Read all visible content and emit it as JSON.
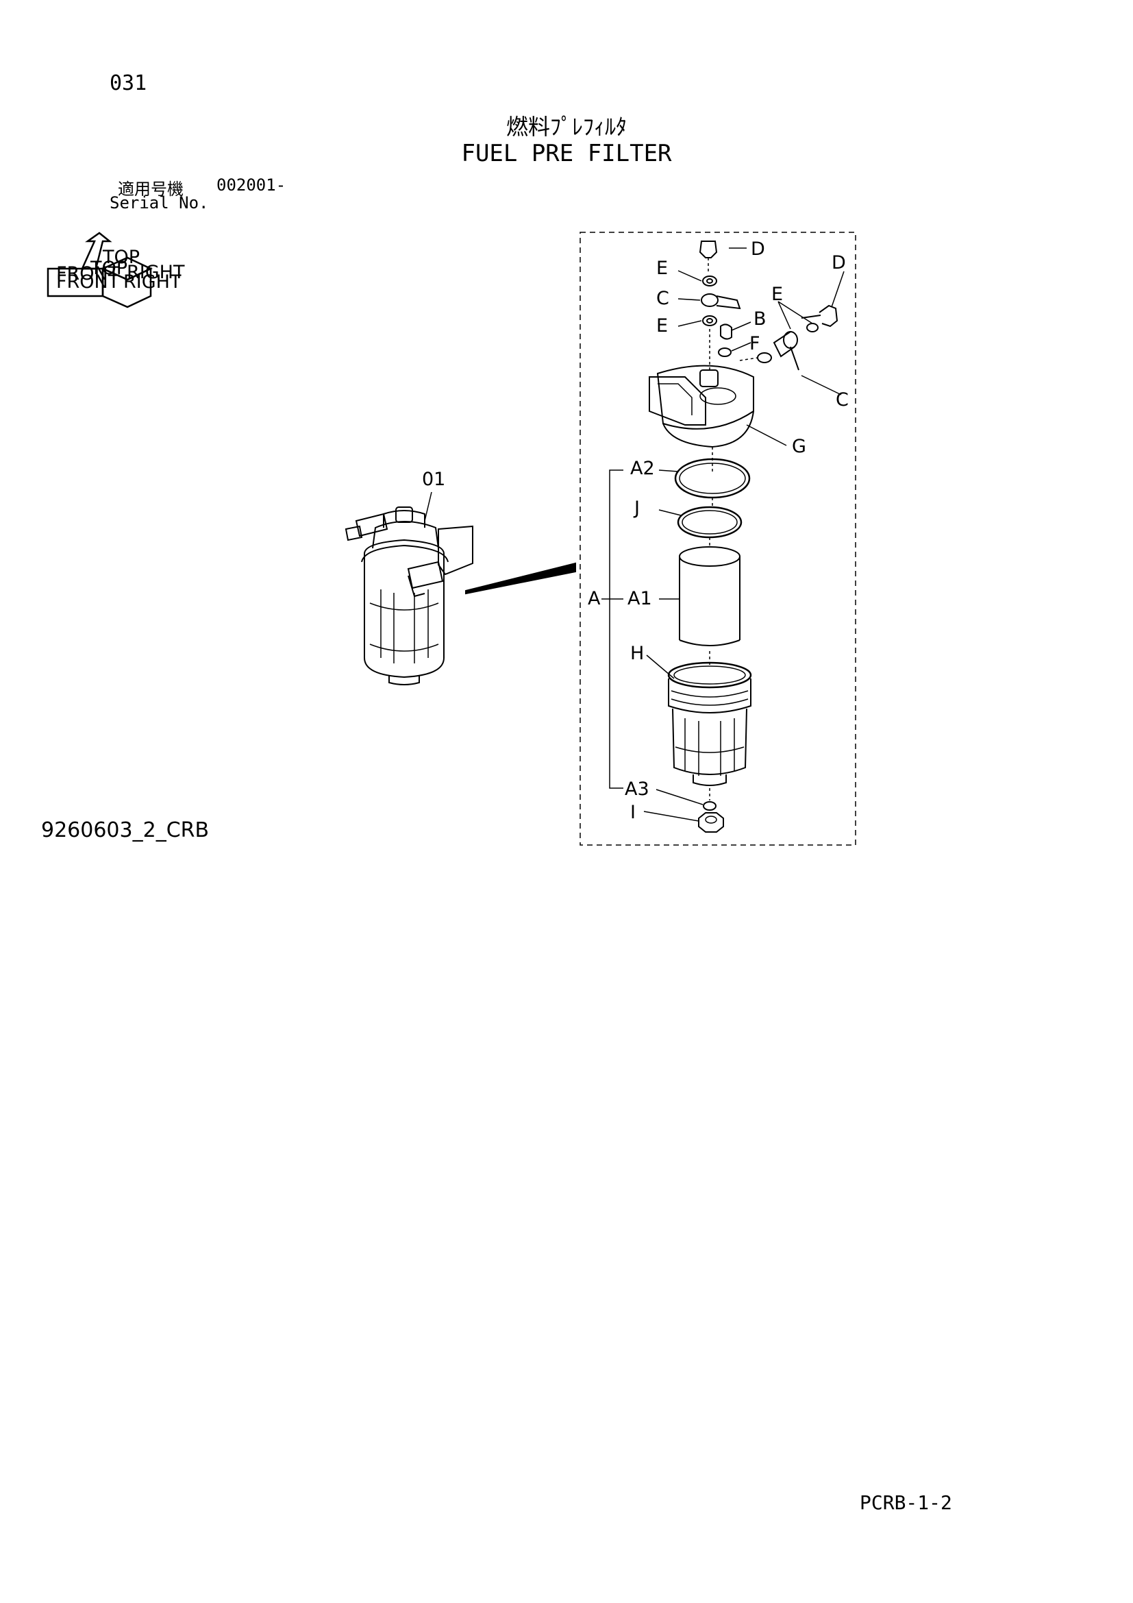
{
  "page_number": "031",
  "title_ja": "燃料ﾌﾟﾚﾌｨﾙﾀ",
  "title_en": "FUEL PRE FILTER",
  "serial": {
    "label_ja": "適用号機",
    "number": "002001-",
    "label_en": "Serial No."
  },
  "orientation_icon": {
    "labels": [
      "FRONT",
      "TOP",
      "RIGHT",
      "FRONT",
      "TOP",
      "RIGHT"
    ]
  },
  "callouts": {
    "assembly": "01",
    "d1": "D",
    "d2": "D",
    "e1": "E",
    "e2": "E",
    "e3": "E",
    "c1": "C",
    "c2": "C",
    "b": "B",
    "f": "F",
    "g": "G",
    "a": "A",
    "a1": "A1",
    "a2": "A2",
    "a3": "A3",
    "j": "J",
    "h": "H",
    "i": "I"
  },
  "drawing_id": "9260603_2_CRB",
  "footer_code": "PCRB-1-2"
}
